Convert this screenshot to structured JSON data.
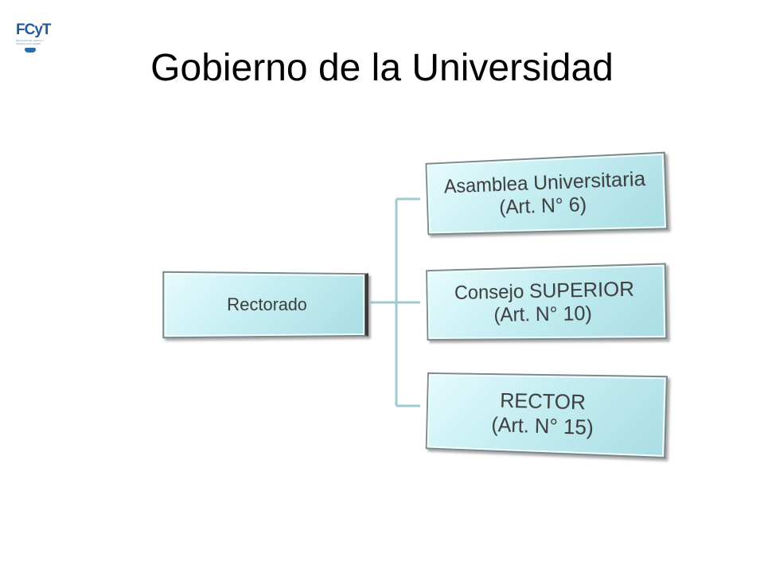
{
  "logo": {
    "mark": "FCyT",
    "subtitle": "FACULTAD DE CIENCIA Y TECNOLOGÍA UADER"
  },
  "title": "Gobierno de la Universidad",
  "diagram": {
    "root": {
      "label": "Rectorado"
    },
    "children": [
      {
        "line1": "Asamblea Universitaria",
        "line2": "(Art. N° 6)"
      },
      {
        "line1": "Consejo SUPERIOR",
        "line2": "(Art. N° 10)"
      },
      {
        "line1": "RECTOR",
        "line2": "(Art. N° 15)"
      }
    ]
  },
  "colors": {
    "box_fill": "#c6eef2",
    "box_border": "#7b8a8c",
    "connector": "#9fc9cf",
    "text": "#3c3c3c",
    "logo": "#1f5a9c"
  }
}
